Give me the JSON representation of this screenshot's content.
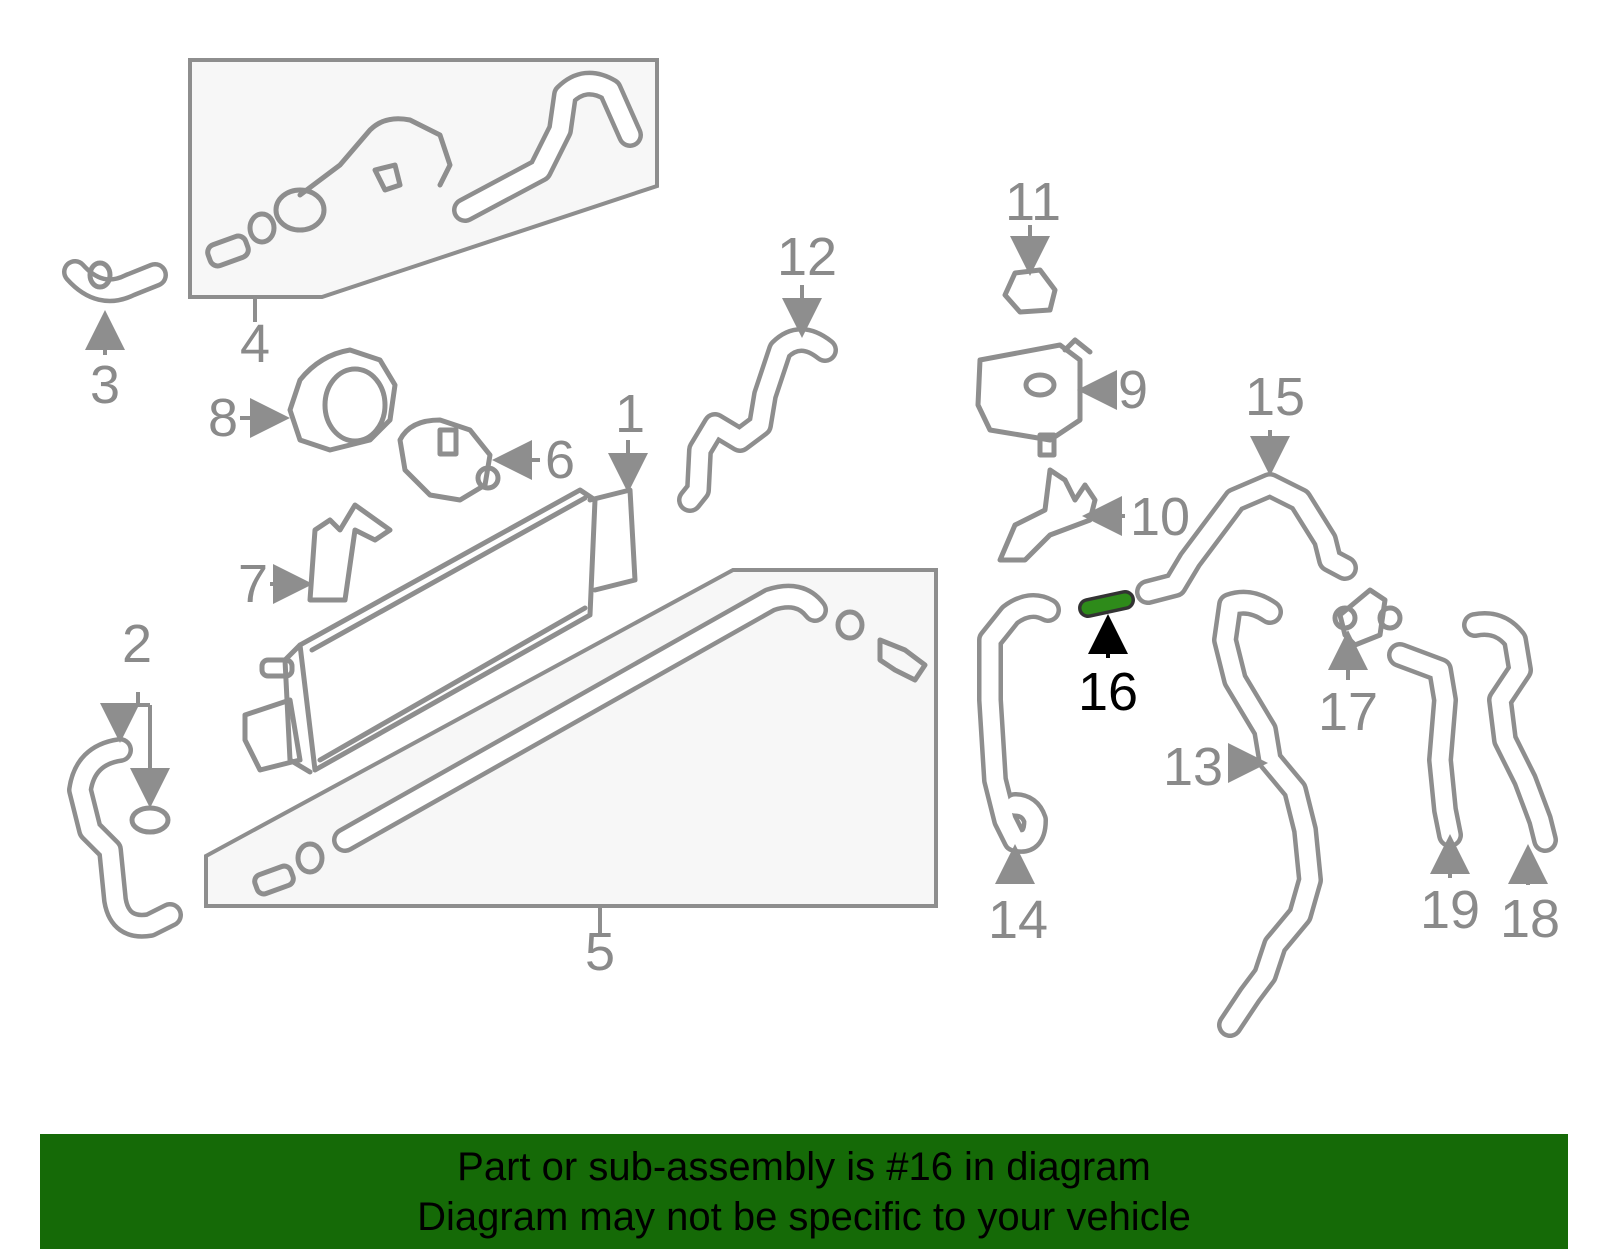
{
  "diagram": {
    "highlighted_part": "16",
    "highlight_color": "#2e8b1a",
    "line_color": "#8e8e8e",
    "callouts": [
      "1",
      "2",
      "3",
      "4",
      "5",
      "6",
      "7",
      "8",
      "9",
      "10",
      "11",
      "12",
      "13",
      "14",
      "15",
      "16",
      "17",
      "18",
      "19"
    ]
  },
  "banner": {
    "background_color": "#156a07",
    "line1": "Part or sub-assembly is #16 in diagram",
    "line2": "Diagram may not be specific to your vehicle"
  }
}
